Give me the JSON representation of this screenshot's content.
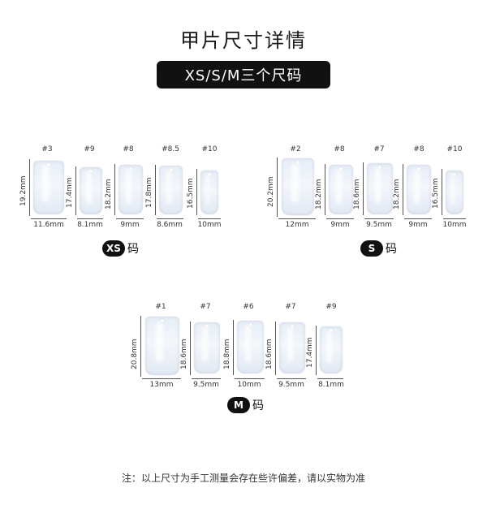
{
  "title": "甲片尺寸详情",
  "subtitle": "XS/S/M三个尺码",
  "groups": [
    {
      "badge": "XS",
      "suffix": "码",
      "nails": [
        {
          "num": "#3",
          "height": "19.2mm",
          "width": "11.6mm"
        },
        {
          "num": "#9",
          "height": "17.4mm",
          "width": "8.1mm"
        },
        {
          "num": "#8",
          "height": "18.2mm",
          "width": "9mm"
        },
        {
          "num": "#8.5",
          "height": "17.8mm",
          "width": "8.6mm"
        },
        {
          "num": "#10",
          "height": "16.5mm",
          "width": "10mm"
        }
      ]
    },
    {
      "badge": "S",
      "suffix": "码",
      "nails": [
        {
          "num": "#2",
          "height": "20.2mm",
          "width": "12mm"
        },
        {
          "num": "#8",
          "height": "18.2mm",
          "width": "9mm"
        },
        {
          "num": "#7",
          "height": "18.6mm",
          "width": "9.5mm"
        },
        {
          "num": "#8",
          "height": "18.2mm",
          "width": "9mm"
        },
        {
          "num": "#10",
          "height": "16.5mm",
          "width": "10mm"
        }
      ]
    },
    {
      "badge": "M",
      "suffix": "码",
      "nails": [
        {
          "num": "#1",
          "height": "20.8mm",
          "width": "13mm"
        },
        {
          "num": "#7",
          "height": "18.6mm",
          "width": "9.5mm"
        },
        {
          "num": "#6",
          "height": "18.8mm",
          "width": "10mm"
        },
        {
          "num": "#7",
          "height": "18.6mm",
          "width": "9.5mm"
        },
        {
          "num": "#9",
          "height": "17.4mm",
          "width": "8.1mm"
        }
      ]
    }
  ],
  "note": "注：以上尺寸为手工测量会存在些许偏差，请以实物为准"
}
